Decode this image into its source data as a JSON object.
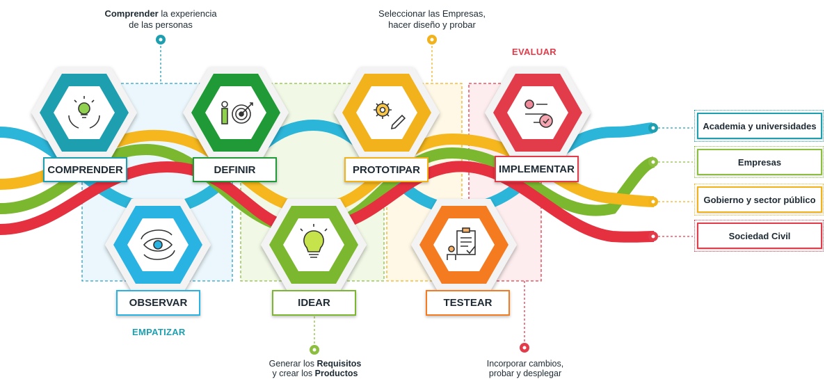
{
  "colors": {
    "teal": "#1e9fb0",
    "green": "#6fae28",
    "yellow": "#f2b21c",
    "red": "#e23b4a",
    "orange": "#f47b20",
    "sky": "#29b3e3",
    "darkgreen": "#1f9a36"
  },
  "stages": [
    {
      "label": "COMPRENDER",
      "icon": "hands-lightbulb-icon"
    },
    {
      "label": "DEFINIR",
      "icon": "person-target-icon"
    },
    {
      "label": "PROTOTIPAR",
      "icon": "gear-pencil-icon"
    },
    {
      "label": "IMPLEMENTAR",
      "icon": "workflow-check-icon"
    },
    {
      "label": "OBSERVAR",
      "icon": "eye-cycle-icon"
    },
    {
      "label": "IDEAR",
      "icon": "lightbulb-icon"
    },
    {
      "label": "TESTEAR",
      "icon": "clipboard-check-icon"
    }
  ],
  "phases": {
    "empatizar": "EMPATIZAR",
    "evaluar": "EVALUAR"
  },
  "notes": {
    "top_left": {
      "bold": "Comprender",
      "rest_line1": " la experiencia",
      "line2": "de las personas"
    },
    "top_right": {
      "line1": "Seleccionar las Empresas,",
      "line2": "hacer diseño y probar"
    },
    "bottom_left": {
      "line1_plain": "Generar los ",
      "line1_bold": "Requisitos",
      "line2_plain": "y crear los ",
      "line2_bold": "Productos"
    },
    "bottom_right": {
      "line1": "Incorporar cambios,",
      "line2": "probar y desplegar"
    }
  },
  "stakeholders": [
    {
      "label": "Academia y universidades"
    },
    {
      "label": "Empresas"
    },
    {
      "label": "Gobierno y sector público"
    },
    {
      "label": "Sociedad Civil"
    }
  ]
}
